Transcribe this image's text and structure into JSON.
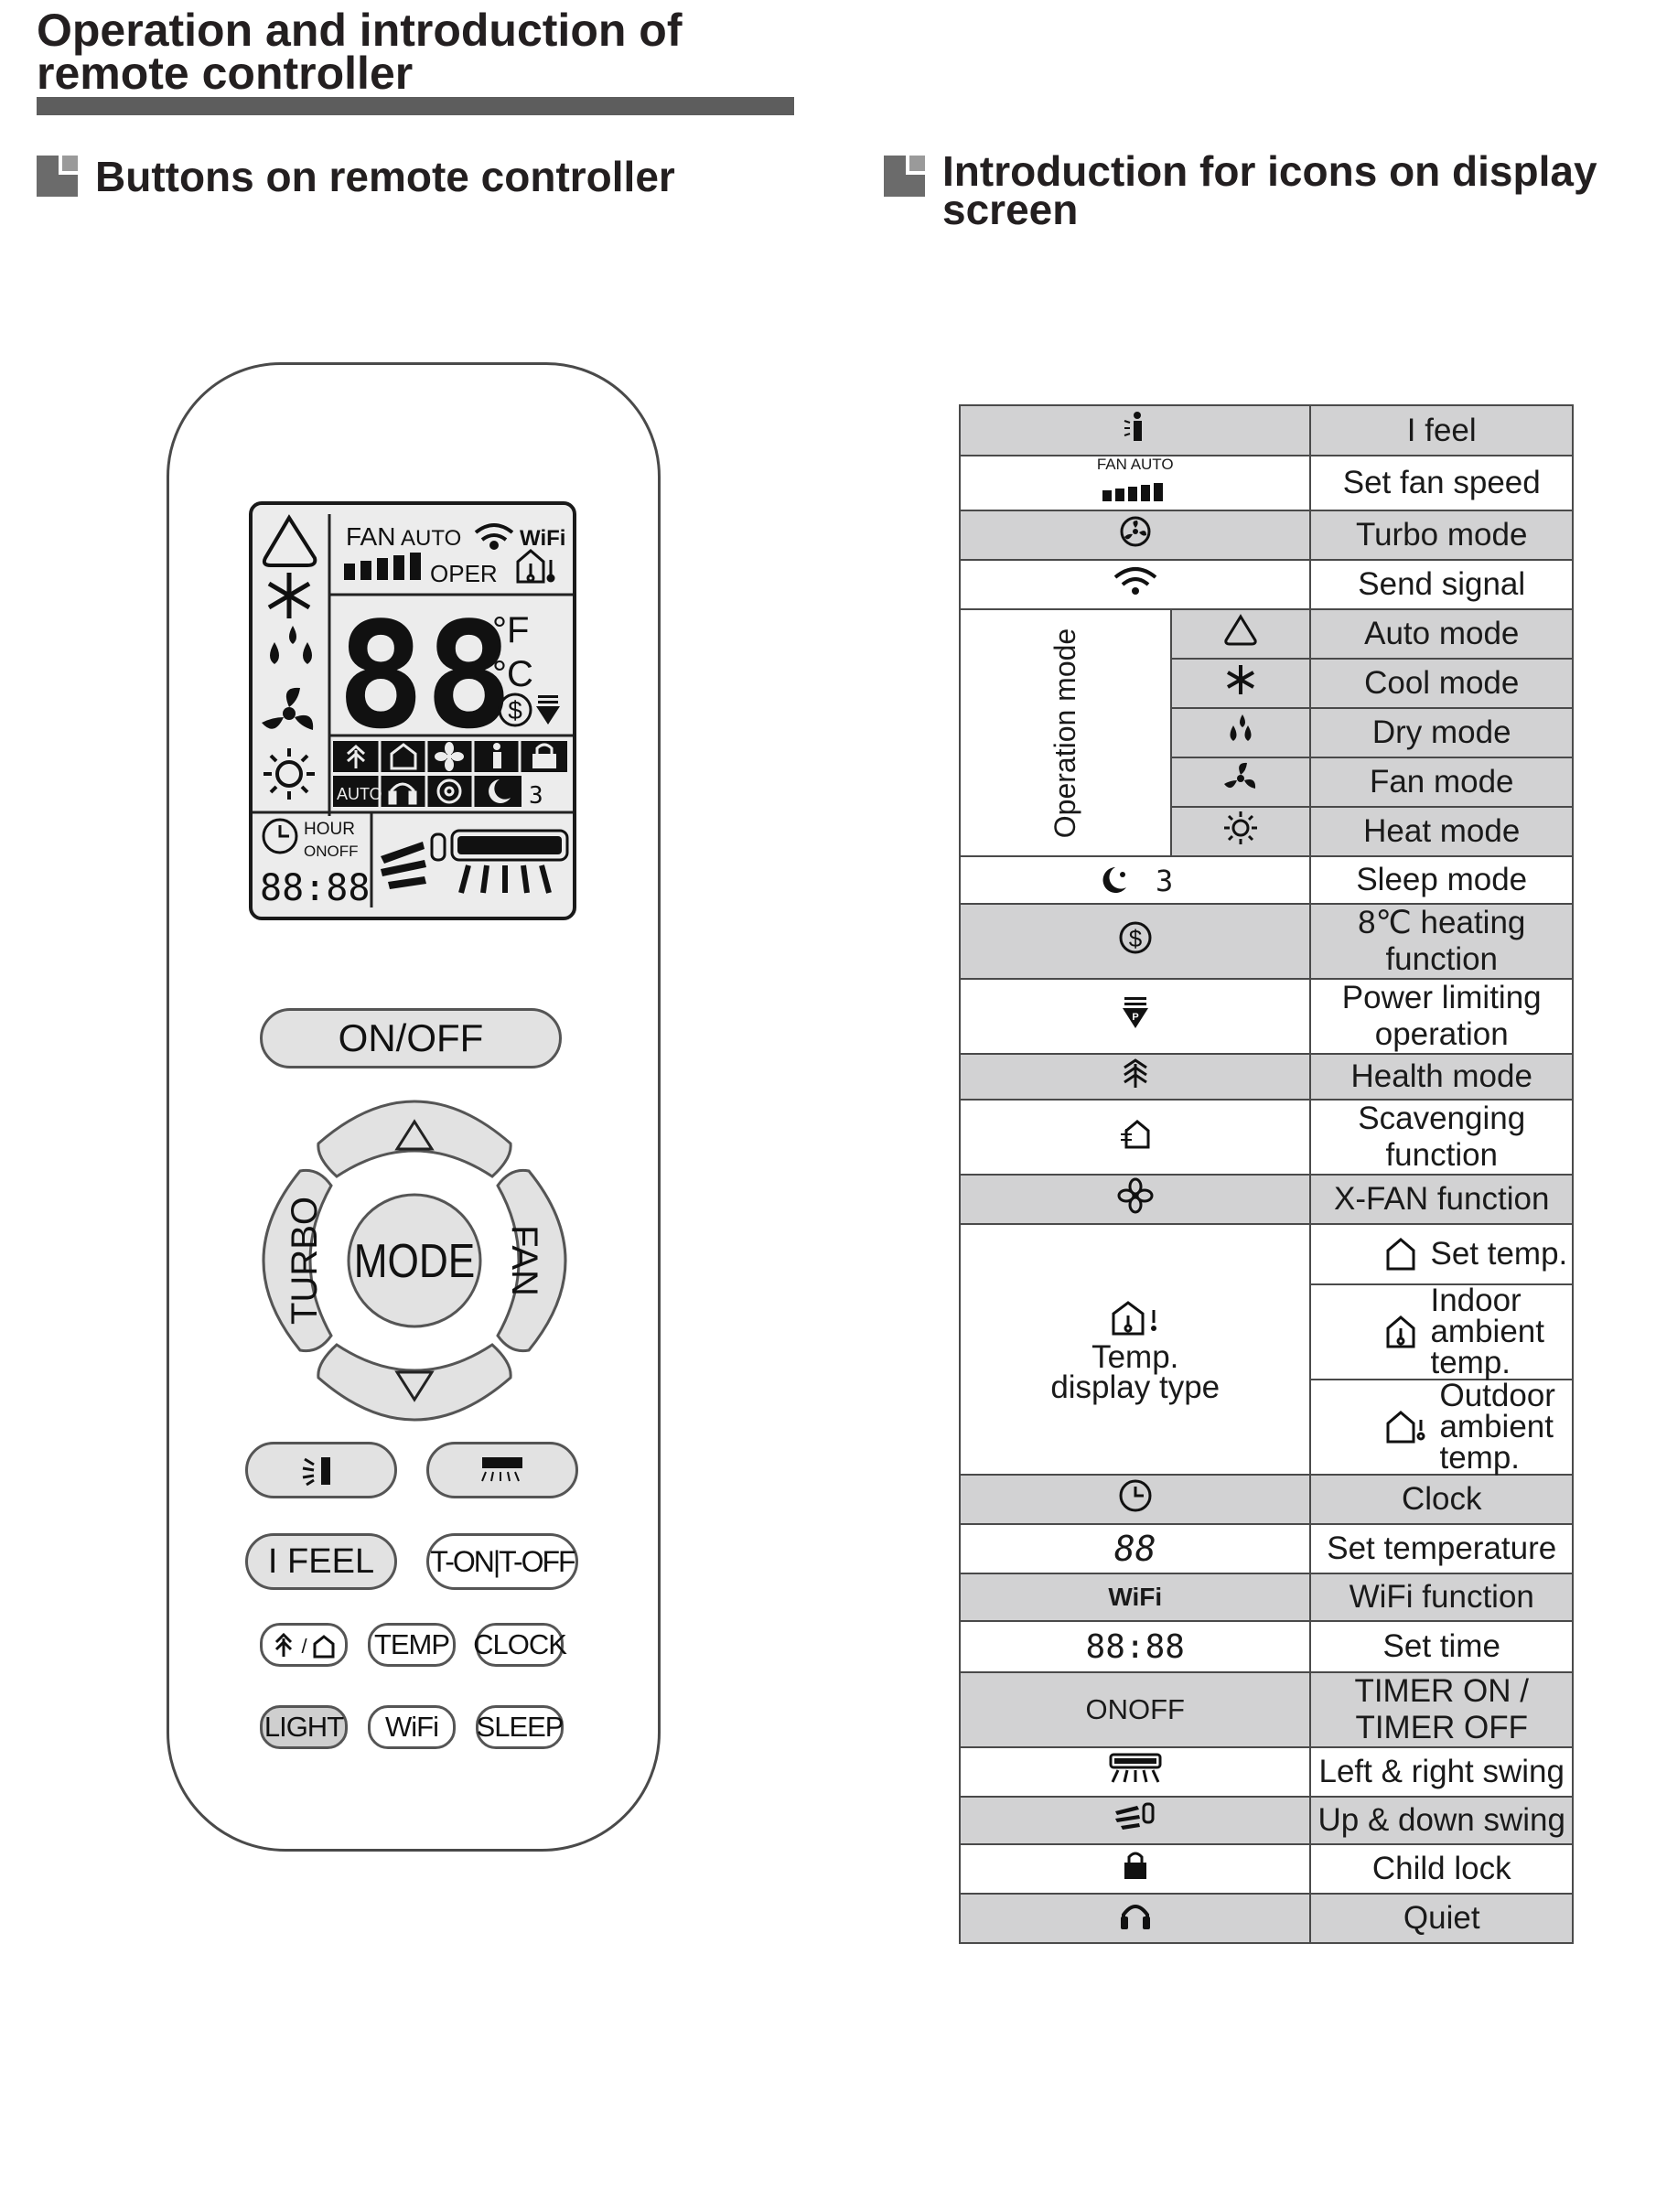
{
  "page": {
    "title_line1": "Operation and introduction of",
    "title_line2": "remote controller"
  },
  "sections": {
    "buttons_heading": "Buttons on remote controller",
    "icons_heading_line1": "Introduction for icons on display",
    "icons_heading_line2": "screen"
  },
  "lcd": {
    "fan": "FAN",
    "auto": "AUTO",
    "wifi": "WiFi",
    "oper": "OPER",
    "digits": "88",
    "deg_f": "°F",
    "deg_c": "°C",
    "auto_small": "AUTO",
    "hour": "HOUR",
    "onoff": "ONOFF",
    "time": "88:88",
    "sleep_num": "3"
  },
  "buttons": {
    "on_off": "ON/OFF",
    "mode": "MODE",
    "turbo": "TURBO",
    "fan": "FAN",
    "i_feel": "I FEEL",
    "t_on_t_off": "T-ON|T-OFF",
    "temp": "TEMP",
    "clock": "CLOCK",
    "light": "LIGHT",
    "wifi": "WiFi",
    "sleep": "SLEEP",
    "health_scav_sep": "/"
  },
  "table": {
    "operation_mode_label": "Operation mode",
    "rows": [
      {
        "icon": "i-feel-icon",
        "label": "I feel"
      },
      {
        "icon": "fan-speed-icon",
        "icon_text": "FAN AUTO",
        "label": "Set fan speed"
      },
      {
        "icon": "turbo-icon",
        "label": "Turbo mode"
      },
      {
        "icon": "signal-icon",
        "label": "Send signal"
      },
      {
        "icon": "auto-mode-icon",
        "label": "Auto mode"
      },
      {
        "icon": "snowflake-icon",
        "label": "Cool mode"
      },
      {
        "icon": "droplets-icon",
        "label": "Dry mode"
      },
      {
        "icon": "fan-icon",
        "label": "Fan mode"
      },
      {
        "icon": "sun-icon",
        "label": "Heat mode"
      },
      {
        "icon": "sleep-icon",
        "icon_text": "3",
        "label": "Sleep mode"
      },
      {
        "icon": "dollar-icon",
        "label": "8℃ heating function"
      },
      {
        "icon": "power-limit-icon",
        "label": "Power limiting operation"
      },
      {
        "icon": "health-icon",
        "label": "Health mode"
      },
      {
        "icon": "scavenging-icon",
        "label": "Scavenging function"
      },
      {
        "icon": "x-fan-icon",
        "label": "X-FAN function"
      }
    ],
    "temp_display": {
      "label_line1": "Temp.",
      "label_line2": "display type",
      "items": [
        {
          "label_line1": "Set temp.",
          "label_line2": ""
        },
        {
          "label_line1": "Indoor ambient",
          "label_line2": "temp."
        },
        {
          "label_line1": "Outdoor ambient",
          "label_line2": "temp."
        }
      ]
    },
    "rows2": [
      {
        "icon": "clock-icon",
        "label": "Clock"
      },
      {
        "icon": "set-temperature-icon",
        "icon_text": "88",
        "label": "Set temperature"
      },
      {
        "icon": "wifi-text-icon",
        "icon_text": "WiFi",
        "label": "WiFi function"
      },
      {
        "icon": "set-time-icon",
        "icon_text": "88:88",
        "label": "Set time"
      },
      {
        "icon": "onoff-text-icon",
        "icon_text": "ONOFF",
        "label": "TIMER ON / TIMER OFF"
      },
      {
        "icon": "left-right-swing-icon",
        "label": "Left & right swing"
      },
      {
        "icon": "up-down-swing-icon",
        "label": "Up & down swing"
      },
      {
        "icon": "lock-icon",
        "label": "Child lock"
      },
      {
        "icon": "quiet-icon",
        "label": "Quiet"
      }
    ]
  }
}
